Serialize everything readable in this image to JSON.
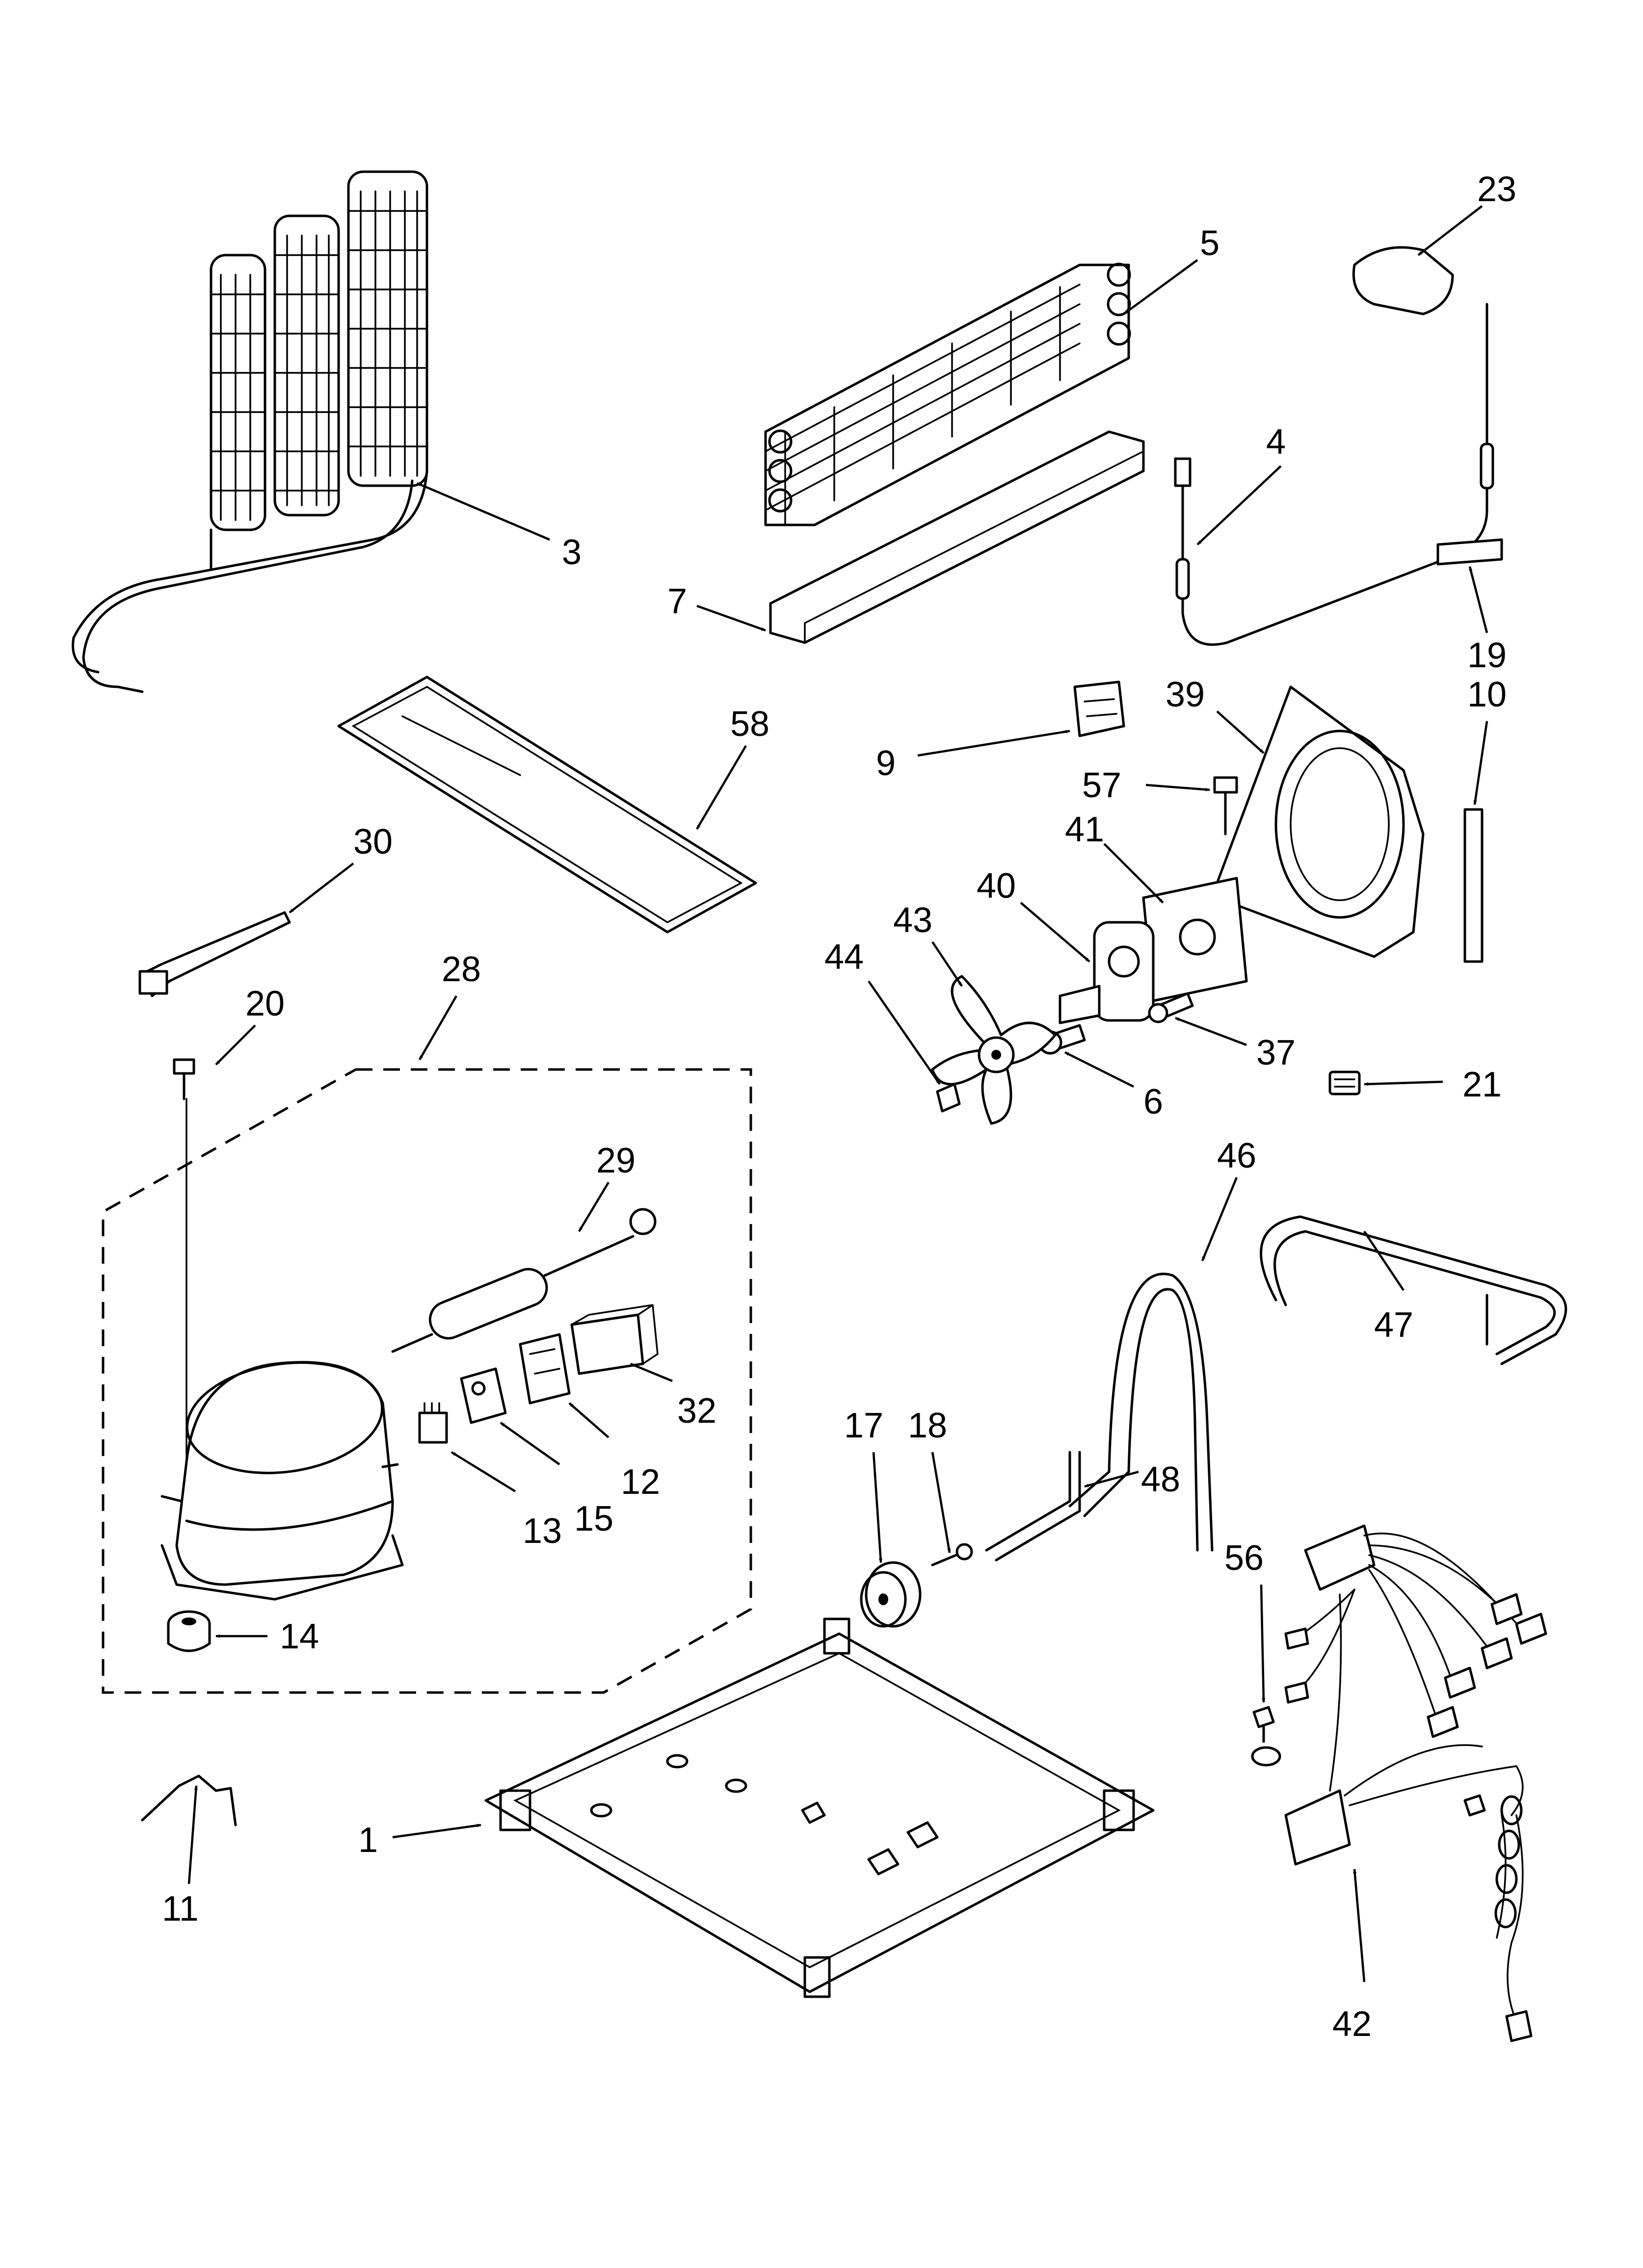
{
  "callouts": {
    "c1": "1",
    "c3": "3",
    "c4": "4",
    "c5": "5",
    "c6": "6",
    "c7": "7",
    "c9": "9",
    "c10": "10",
    "c11": "11",
    "c12": "12",
    "c13": "13",
    "c14": "14",
    "c15": "15",
    "c17": "17",
    "c18": "18",
    "c19": "19",
    "c20": "20",
    "c21": "21",
    "c23": "23",
    "c28": "28",
    "c29": "29",
    "c30": "30",
    "c32": "32",
    "c37": "37",
    "c39": "39",
    "c40": "40",
    "c41": "41",
    "c42": "42",
    "c43": "43",
    "c44": "44",
    "c46": "46",
    "c47": "47",
    "c48": "48",
    "c56": "56",
    "c57": "57",
    "c58": "58"
  }
}
